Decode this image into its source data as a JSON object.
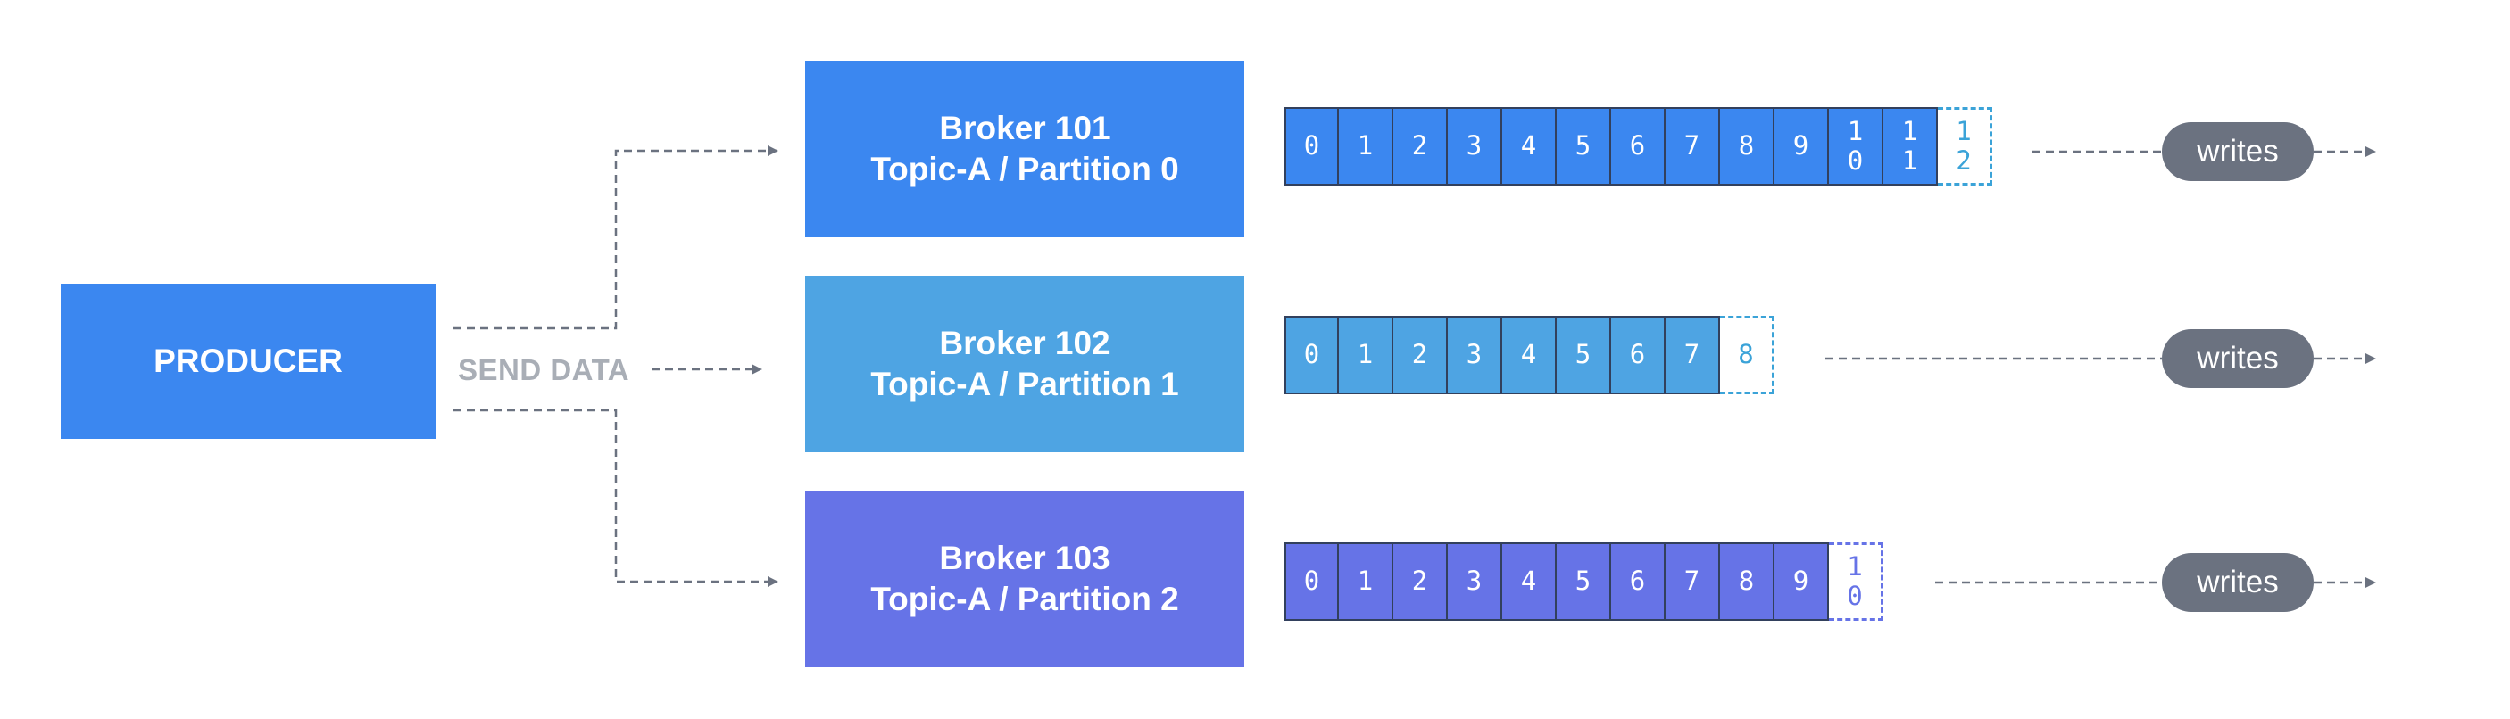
{
  "producer": {
    "label": "PRODUCER",
    "color": "#3b87f0"
  },
  "send_label": "SEND DATA",
  "brokers": [
    {
      "name": "Broker 101",
      "partition": "Topic-A / Partition 0",
      "color": "#3b87f0",
      "cell_color": "#3b87f0",
      "next_text_color": "#3ba3d8",
      "offsets": [
        "0",
        "1",
        "2",
        "3",
        "4",
        "5",
        "6",
        "7",
        "8",
        "9",
        "1\n0",
        "1\n1"
      ],
      "next_offset": "1\n2"
    },
    {
      "name": "Broker 102",
      "partition": "Topic-A / Partition 1",
      "color": "#4ea4e3",
      "cell_color": "#4ea4e3",
      "next_text_color": "#3ba3d8",
      "offsets": [
        "0",
        "1",
        "2",
        "3",
        "4",
        "5",
        "6",
        "7"
      ],
      "next_offset": "8"
    },
    {
      "name": "Broker 103",
      "partition": "Topic-A / Partition 2",
      "color": "#6673e7",
      "cell_color": "#6673e7",
      "next_text_color": "#6673e7",
      "offsets": [
        "0",
        "1",
        "2",
        "3",
        "4",
        "5",
        "6",
        "7",
        "8",
        "9"
      ],
      "next_offset": "1\n0"
    }
  ],
  "writes_label": "writes",
  "line_color": "#6b7280"
}
